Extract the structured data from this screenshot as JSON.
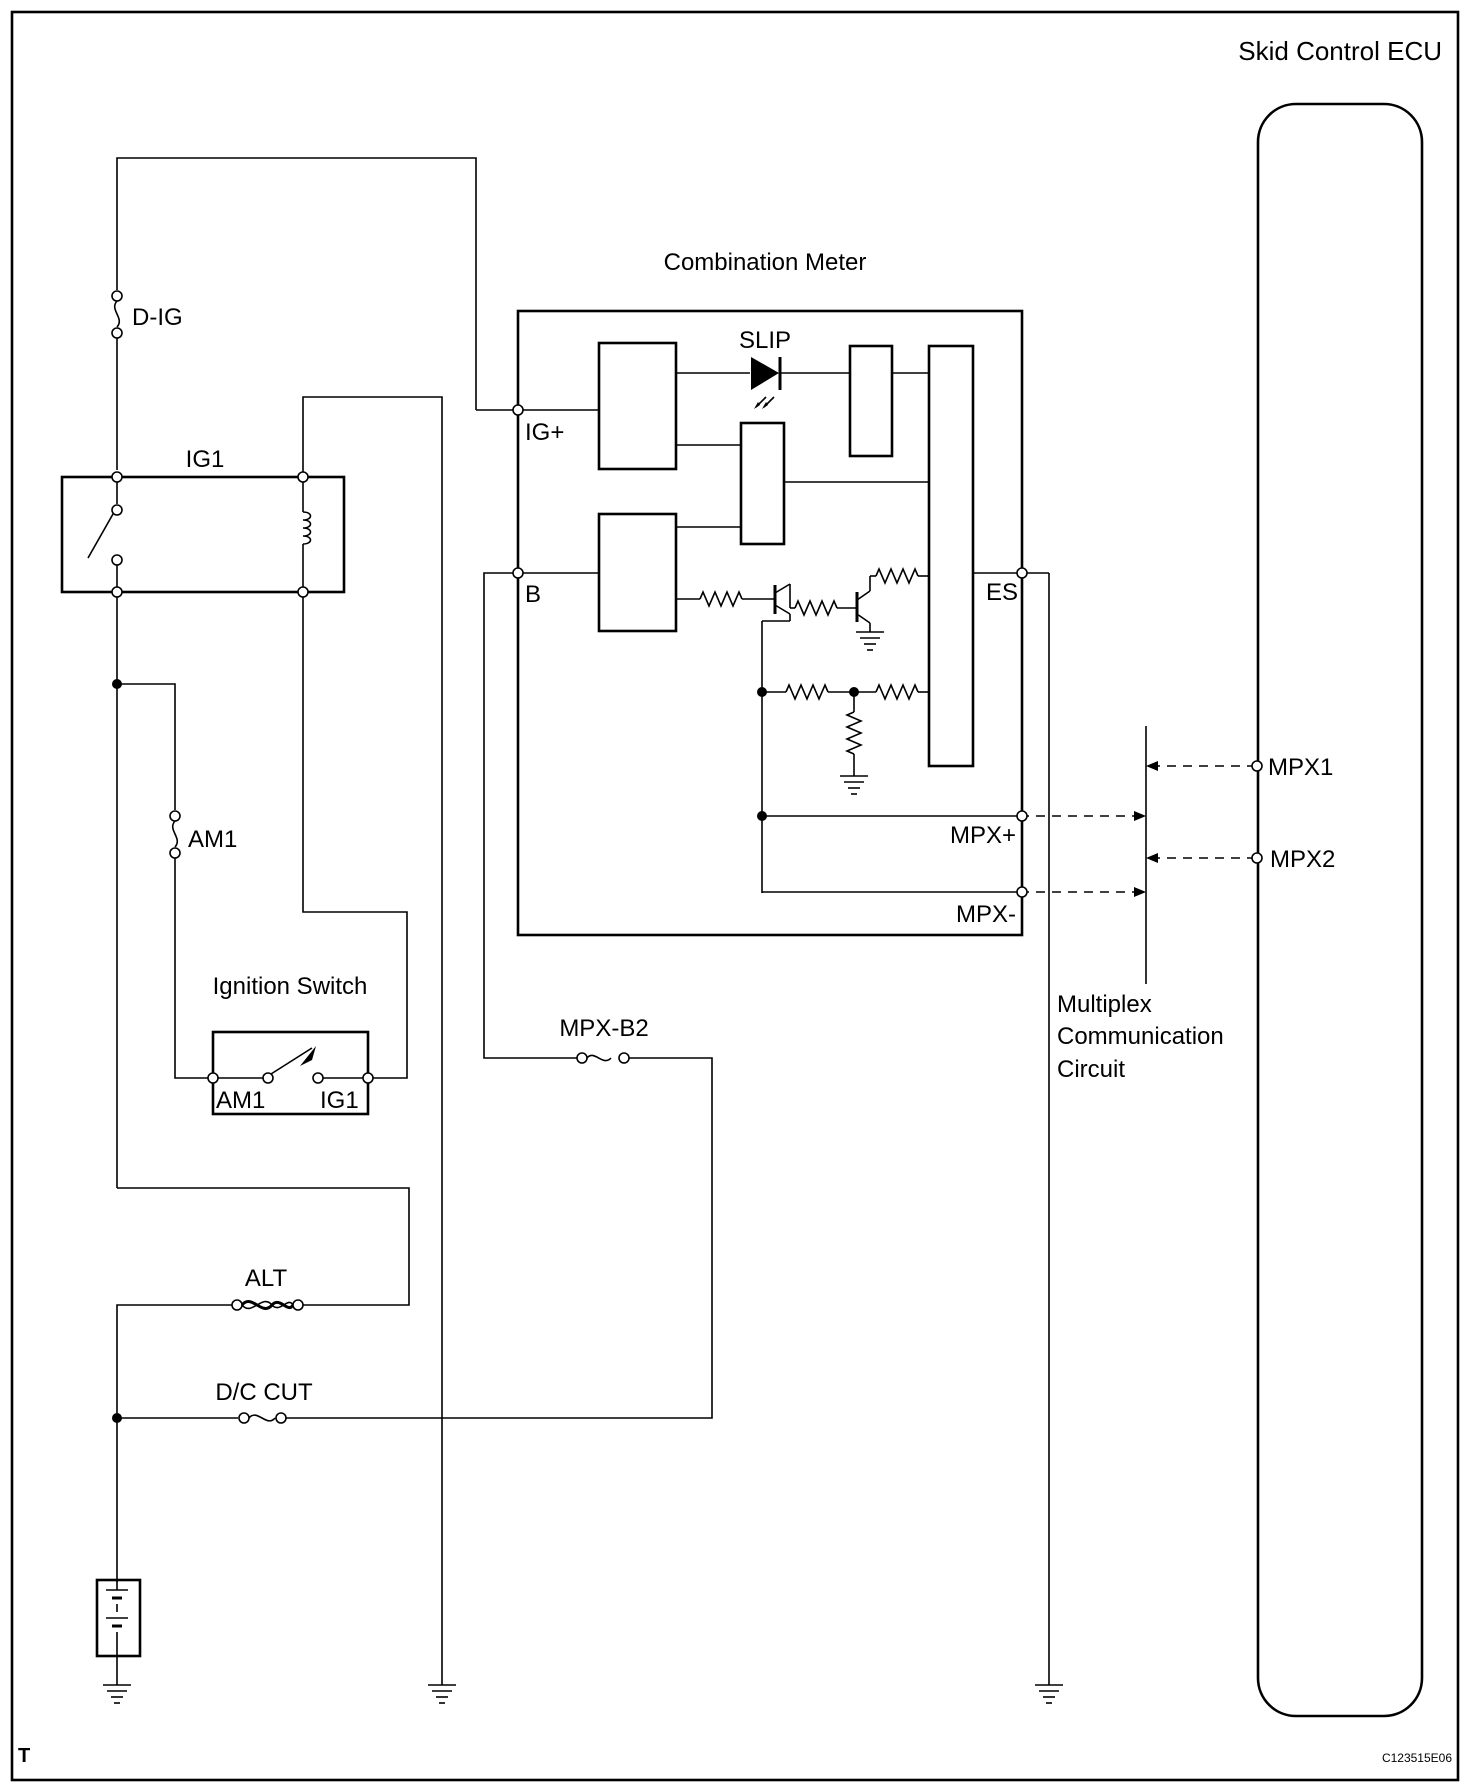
{
  "labels": {
    "ecu": "Skid Control ECU",
    "meter": "Combination Meter",
    "slip": "SLIP",
    "ig_plus": "IG+",
    "b": "B",
    "es": "ES",
    "mpx_plus": "MPX+",
    "mpx_minus": "MPX-",
    "mpx1": "MPX1",
    "mpx2": "MPX2",
    "d_ig": "D-IG",
    "ig1_relay": "IG1",
    "am1_fuse": "AM1",
    "ignition_switch": "Ignition Switch",
    "sw_am1": "AM1",
    "sw_ig1": "IG1",
    "mpx_b2": "MPX-B2",
    "alt": "ALT",
    "dc_cut": "D/C CUT",
    "mux_line1": "Multiplex",
    "mux_line2": "Communication",
    "mux_line3": "Circuit",
    "corner_mark": "T",
    "figure_code": "C123515E06"
  }
}
